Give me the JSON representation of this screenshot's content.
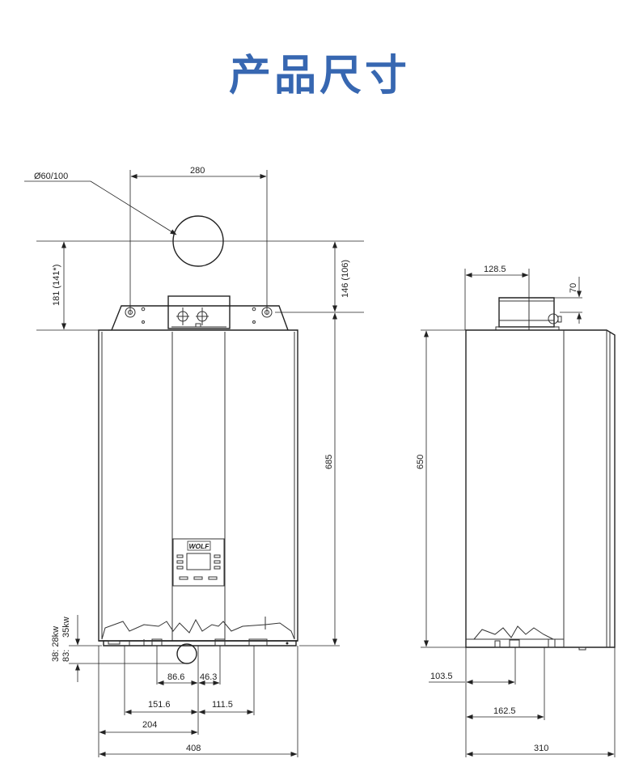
{
  "title": "产品尺寸",
  "colors": {
    "title": "#3767b1",
    "lines": "#222222",
    "background": "#ffffff"
  },
  "brand_logo": "WOLF",
  "front_view": {
    "flue_diameter_label": "Ø60/100",
    "dim_top_width": "280",
    "dim_left_height": "181 (141*)",
    "dim_right_height": "146 (106)",
    "dim_overall_height": "685",
    "dim_bottom_left_a": "38: 28kw",
    "dim_bottom_left_b": "35kw",
    "dim_bottom_left_c": "83:",
    "dim_86_6": "86.6",
    "dim_46_3": "46.3",
    "dim_151_6": "151.6",
    "dim_111_5": "111.5",
    "dim_204": "204",
    "dim_408": "408"
  },
  "side_view": {
    "dim_128_5": "128.5",
    "dim_70": "70",
    "dim_650": "650",
    "dim_103_5": "103.5",
    "dim_162_5": "162.5",
    "dim_310": "310"
  }
}
